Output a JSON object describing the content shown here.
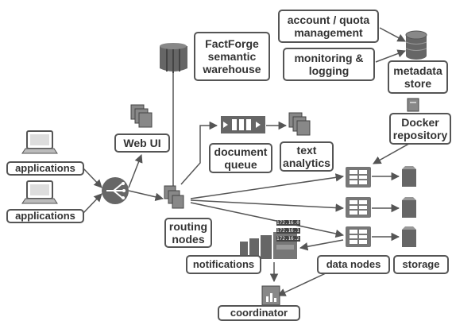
{
  "nodes": {
    "factforge": "FactForge\nsemantic\nwarehouse",
    "account_quota": "account / quota\nmanagement",
    "monitoring": "monitoring &\nlogging",
    "metadata_store": "metadata\nstore",
    "docker_repo": "Docker\nrepository",
    "web_ui": "Web UI",
    "document_queue": "document\nqueue",
    "text_analytics": "text\nanalytics",
    "applications_1": "applications",
    "applications_2": "applications",
    "routing_nodes": "routing\nnodes",
    "notifications": "notifications",
    "data_nodes": "data nodes",
    "storage": "storage",
    "coordinator": "coordinator"
  },
  "ip_addresses": [
    "172.16.0.0",
    "172.16.1.0",
    "172.16.2.0"
  ],
  "colors": {
    "stroke": "#555555",
    "icon": "#666666",
    "icon_light": "#888888",
    "text": "#333333"
  }
}
